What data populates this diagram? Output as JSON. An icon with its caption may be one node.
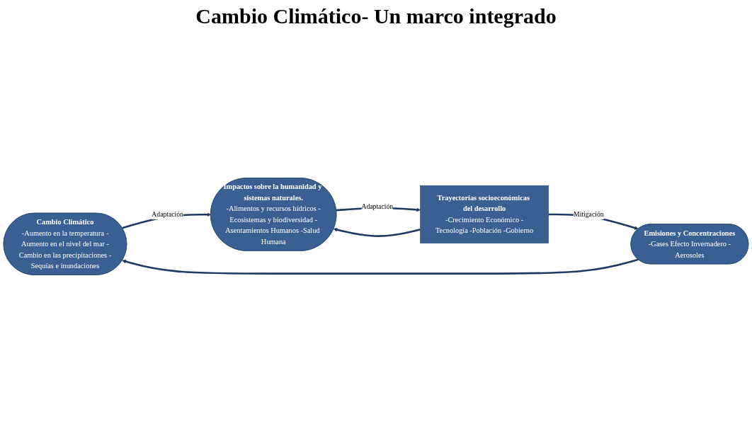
{
  "diagram": {
    "title": "Cambio Climático- Un marco integrado",
    "nodes": [
      {
        "text": [
          "Cambio Climático",
          "-Aumento en la temperatura -Aumento en el nivel del mar -Cambio en las precipitaciones -Sequías e inundaciones"
        ]
      },
      {
        "text": [
          "Impactos sobre la humanidad y sistemas naturales.",
          "-Alimentos y recursos hídricos -Ecosistemas y biodiversidad -Asentamientos Humanos -Salud Humana"
        ]
      },
      {
        "text": [
          "Trayectorias socioeconómicas del desarrollo",
          "-Crecimiento Económico -Tecnología -Población -Gobierno"
        ]
      },
      {
        "text": [
          "Emisiones y Concentraciones",
          "-Gases Efecto Invernadero -Aerosoles"
        ]
      }
    ],
    "edges": [
      {
        "from": 0,
        "to": 1,
        "arrow": "to",
        "label": "Adaptación"
      },
      {
        "from": 1,
        "to": 2,
        "arrow": "to",
        "label": "Adaptación"
      },
      {
        "from": 2,
        "to": 1,
        "arrow": "to"
      },
      {
        "from": 2,
        "to": 3,
        "arrow": "to",
        "label": "Mitigación"
      },
      {
        "from": 3,
        "to": 0,
        "arrow": "to"
      }
    ]
  }
}
